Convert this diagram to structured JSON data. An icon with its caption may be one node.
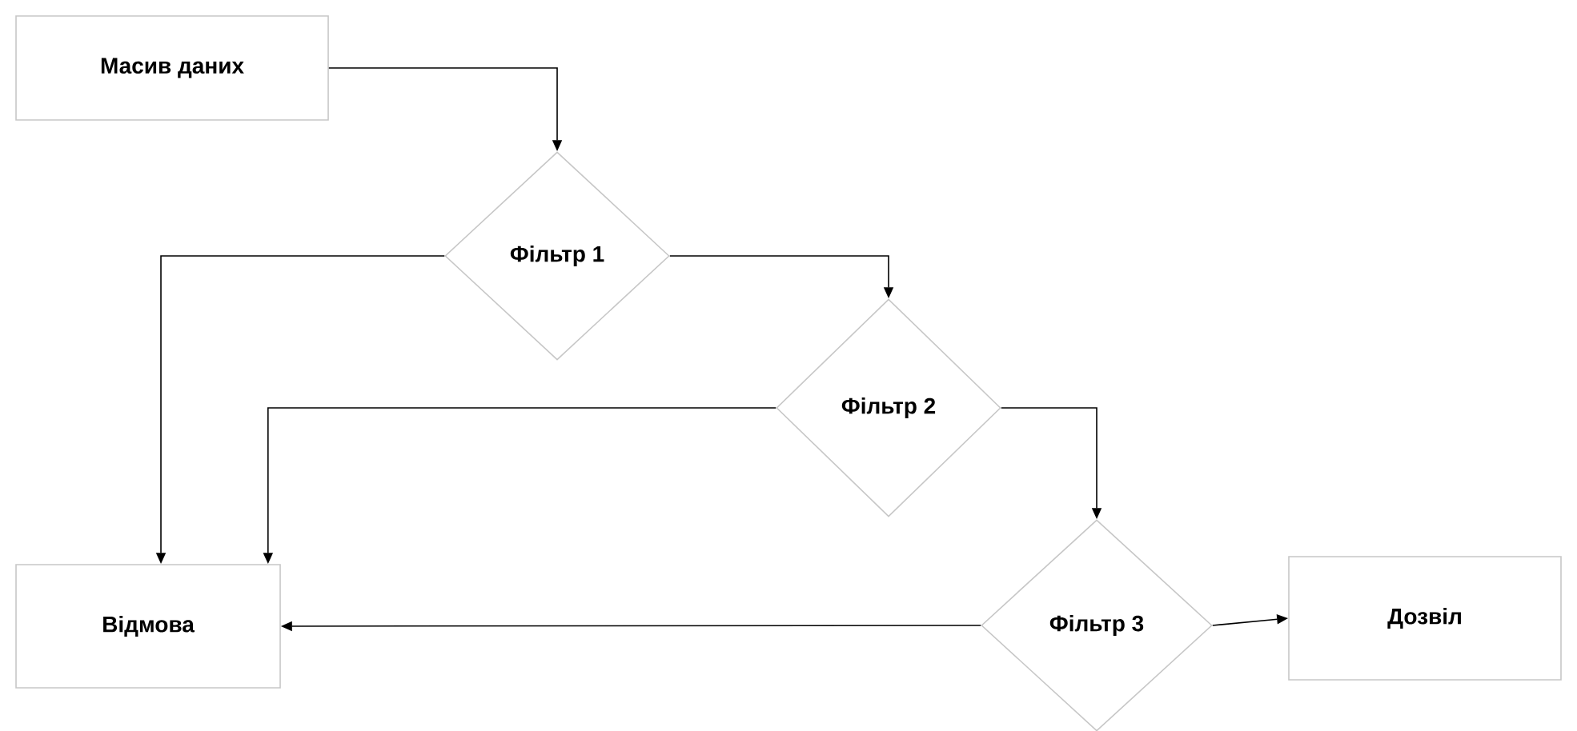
{
  "diagram": {
    "nodes": [
      {
        "text": [
          "Масив даних"
        ]
      },
      {
        "text": [
          "Фільтр 1"
        ]
      },
      {
        "text": [
          "Фільтр 2"
        ]
      },
      {
        "text": [
          "Фільтр 3"
        ]
      },
      {
        "text": [
          "Відмова"
        ]
      },
      {
        "text": [
          "Дозвіл"
        ]
      }
    ],
    "edges": [
      {
        "from": 0,
        "to": 1,
        "arrow": "to"
      },
      {
        "from": 1,
        "to": 4,
        "arrow": "to"
      },
      {
        "from": 1,
        "to": 2,
        "arrow": "to"
      },
      {
        "from": 2,
        "to": 4,
        "arrow": "to"
      },
      {
        "from": 2,
        "to": 3,
        "arrow": "to"
      },
      {
        "from": 3,
        "to": 4,
        "arrow": "to"
      },
      {
        "from": 3,
        "to": 5,
        "arrow": "to"
      }
    ]
  }
}
